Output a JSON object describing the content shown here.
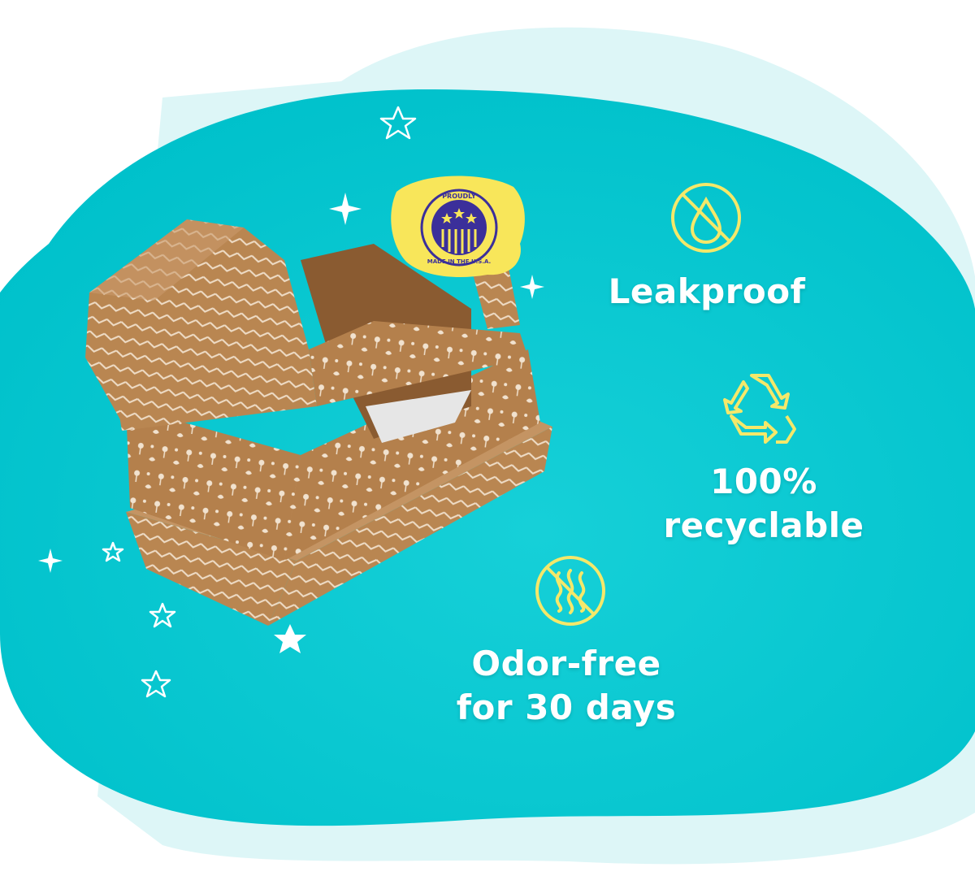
{
  "colors": {
    "teal": "#00C5CF",
    "teal_light": "#DDF6F7",
    "icon_yellow": "#F4E86A",
    "cardboard": "#B9834F",
    "badge_yellow": "#F8E65A",
    "badge_navy": "#3B2F9A"
  },
  "badge": {
    "top_text": "PROUDLY",
    "bottom_text": "MADE IN THE U.S.A."
  },
  "features": [
    {
      "icon": "no-drop-icon",
      "lines": [
        "Leakproof"
      ]
    },
    {
      "icon": "recycle-icon",
      "lines": [
        "100%",
        "recyclable"
      ]
    },
    {
      "icon": "no-odor-icon",
      "lines": [
        "Odor-free",
        "for 30 days"
      ]
    }
  ]
}
